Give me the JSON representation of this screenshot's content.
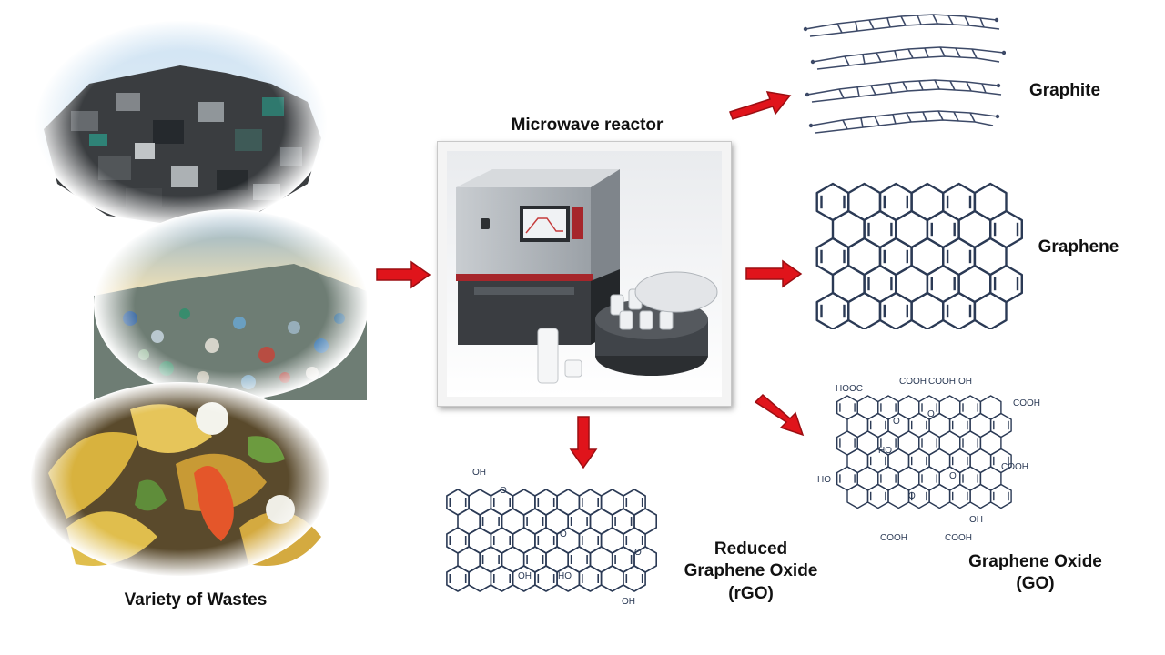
{
  "labels": {
    "wastes": "Variety of Wastes",
    "reactor": "Microwave reactor",
    "graphite": "Graphite",
    "graphene": "Graphene",
    "go_line1": "Graphene Oxide",
    "go_line2": "(GO)",
    "rgo_line1": "Reduced",
    "rgo_line2": "Graphene Oxide",
    "rgo_line3": "(rGO)"
  },
  "chem_labels": {
    "hooc": "HOOC",
    "cooh_1": "COOH",
    "cooh_2": "COOH",
    "oh_top": "OH",
    "cooh_right_top": "COOH",
    "cooh_right_mid": "COOH",
    "ho_left": "HO",
    "ho_mid": "HO",
    "oh_right": "OH",
    "cooh_bottom": "COOH",
    "cooh_bottom2": "COOH",
    "o_1": "O",
    "o_2": "O",
    "o_3": "O",
    "o_4": "O",
    "rgo_oh_top": "OH",
    "rgo_o1": "O",
    "rgo_o2": "O",
    "rgo_o3": "O",
    "rgo_oh_1": "OH",
    "rgo_ho": "HO",
    "rgo_oh_2": "OH"
  },
  "colors": {
    "arrow": "#e0141b",
    "arrow_edge": "#9b0e12",
    "bond": "#2b3a55",
    "label": "#111111"
  }
}
